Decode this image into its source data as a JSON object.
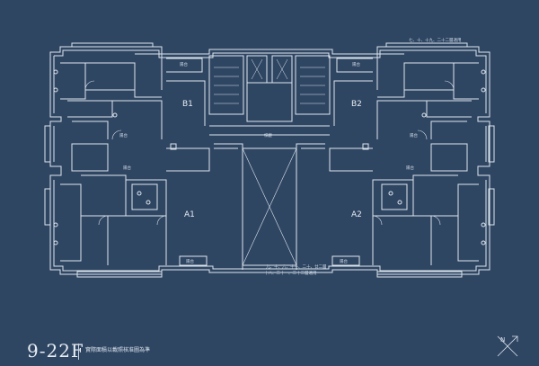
{
  "floor_label": "9-22F",
  "note": "實際面積以載照核准圖為準",
  "units": {
    "b1": "B1",
    "b2": "B2",
    "a1": "A1",
    "a2": "A2"
  },
  "room_labels": {
    "lobby": "梯廳",
    "balcony_top_left": "陽台",
    "balcony_top_right": "陽台",
    "balcony_bottom_left": "陽台",
    "balcony_bottom_right": "陽台",
    "service_left": "陽台",
    "service_right": "陽台",
    "util_left": "陽台",
    "util_right": "陽台"
  },
  "floor_range_top_right": "七、十、十九、二十二層適用",
  "floor_range_bottom": "九、十、六、十一、二十、廿二層",
  "floor_range_bottom_2": "十八、二十一、二十二層適用",
  "colors": {
    "background": "#2f4663",
    "line": "#dde5ee",
    "text": "#e9eef4"
  },
  "icons": {
    "compass": "compass-icon"
  }
}
